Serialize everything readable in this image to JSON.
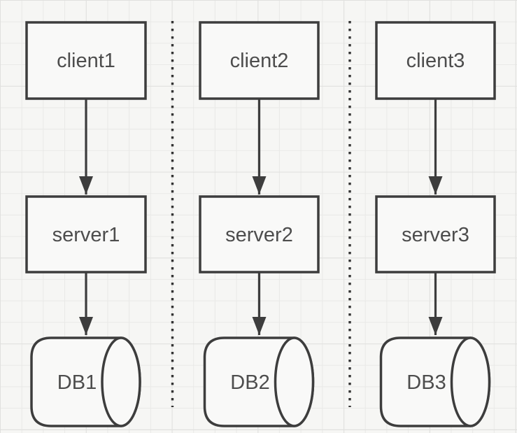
{
  "diagram": {
    "type": "architecture-flow",
    "columns": [
      {
        "client": "client1",
        "server": "server1",
        "db": "DB1"
      },
      {
        "client": "client2",
        "server": "server2",
        "db": "DB2"
      },
      {
        "client": "client3",
        "server": "server3",
        "db": "DB3"
      }
    ],
    "connections": [
      {
        "from": "client1",
        "to": "server1",
        "style": "solid-arrow"
      },
      {
        "from": "server1",
        "to": "DB1",
        "style": "solid-arrow"
      },
      {
        "from": "client2",
        "to": "server2",
        "style": "solid-arrow"
      },
      {
        "from": "server2",
        "to": "DB2",
        "style": "solid-arrow"
      },
      {
        "from": "client3",
        "to": "server3",
        "style": "solid-arrow"
      },
      {
        "from": "server3",
        "to": "DB3",
        "style": "solid-arrow"
      }
    ],
    "separators": {
      "count": 2,
      "style": "vertical-dotted-line"
    },
    "colors": {
      "shape_stroke": "#3d3d3d",
      "shape_fill": "#f9f9f8",
      "label_text": "#4d4d4d",
      "canvas_background": "#f6f6f4",
      "grid_line": "#e9e9e7",
      "separator_dot": "#333333"
    }
  }
}
